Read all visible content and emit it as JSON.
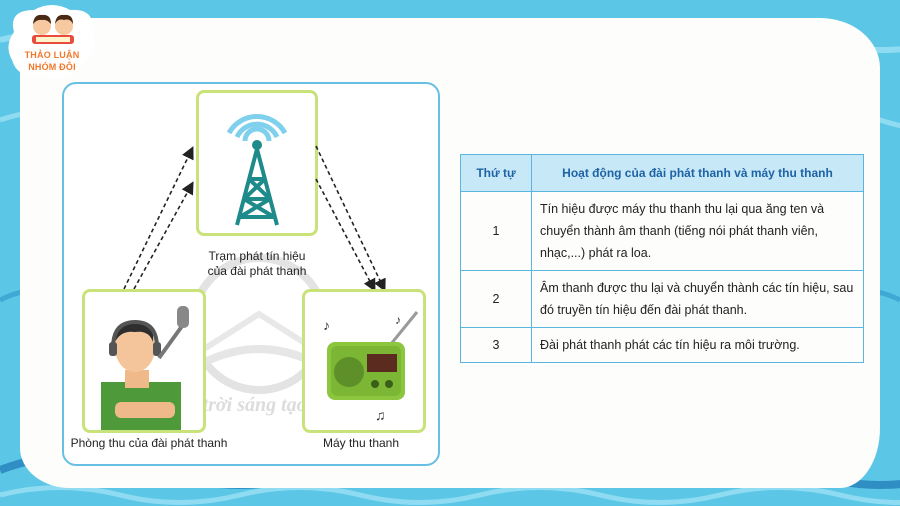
{
  "badge": {
    "line1": "THẢO LUẬN",
    "line2": "NHÓM ĐÔI"
  },
  "figure": {
    "station_caption_1": "Trạm phát tín hiệu",
    "station_caption_2": "của đài phát thanh",
    "studio_caption": "Phòng thu của đài phát thanh",
    "receiver_caption": "Máy thu thanh",
    "watermark": "Chân trời sáng tạo"
  },
  "table": {
    "headers": [
      "Thứ tự",
      "Hoạt động của đài phát thanh và máy thu thanh"
    ],
    "rows": [
      {
        "num": "1",
        "text": "Tín hiệu được máy thu thanh thu lại qua ăng ten và chuyển thành âm thanh (tiếng nói phát thanh viên, nhạc,...) phát ra loa."
      },
      {
        "num": "2",
        "text": "Âm thanh được thu lại và chuyển thành các tín hiệu, sau đó truyền tín hiệu đến đài phát thanh."
      },
      {
        "num": "3",
        "text": "Đài phát thanh phát các tín hiệu ra môi trường."
      }
    ]
  },
  "colors": {
    "accent": "#1e63a6",
    "table_border": "#5ab6de",
    "header_bg": "#c7e8f6",
    "panel_border": "#c9e27a",
    "background": "#5cc6e6"
  }
}
